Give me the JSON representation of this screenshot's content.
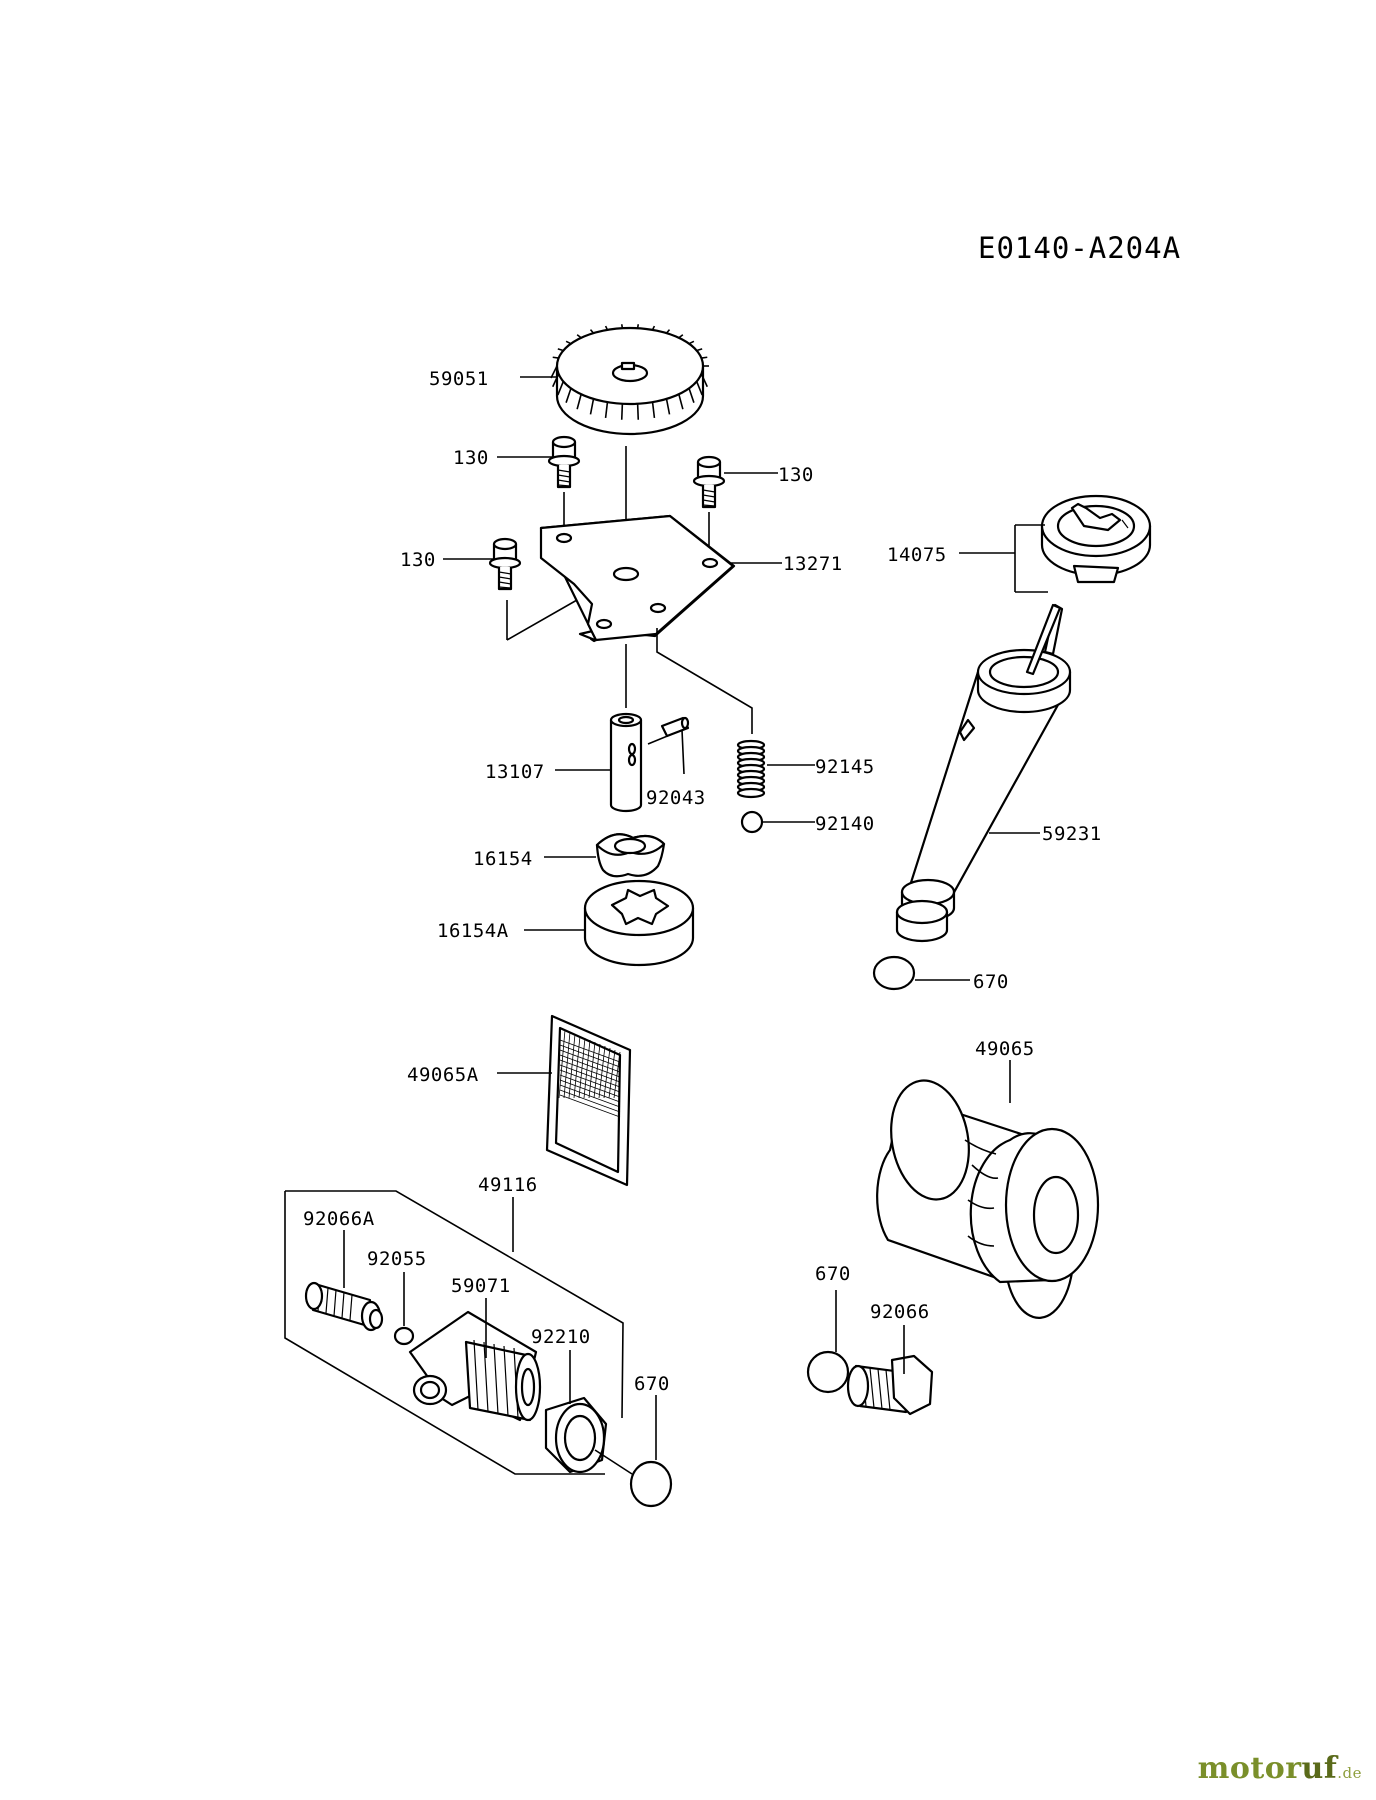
{
  "diagram_code": "E0140-A204A",
  "callouts": {
    "gear": "59051",
    "bolt_a": "130",
    "bolt_b": "130",
    "bolt_c": "130",
    "plate": "13271",
    "dipstick_cap": "14075",
    "shaft": "13107",
    "pin": "92043",
    "spring": "92145",
    "ball": "92140",
    "oil_tube": "59231",
    "inner_rotor": "16154",
    "outer_rotor": "16154A",
    "oring_tube": "670",
    "strainer": "49065A",
    "oil_filter": "49065",
    "assembly": "49116",
    "relief_valve": "92066A",
    "small_oring": "92055",
    "pipe_fitting": "59071",
    "nut": "92210",
    "oring_nut": "670",
    "oring_plug": "670",
    "drain_plug": "92066"
  },
  "brand": {
    "part1": "motor",
    "part2": "uf",
    "part3": ".de"
  }
}
